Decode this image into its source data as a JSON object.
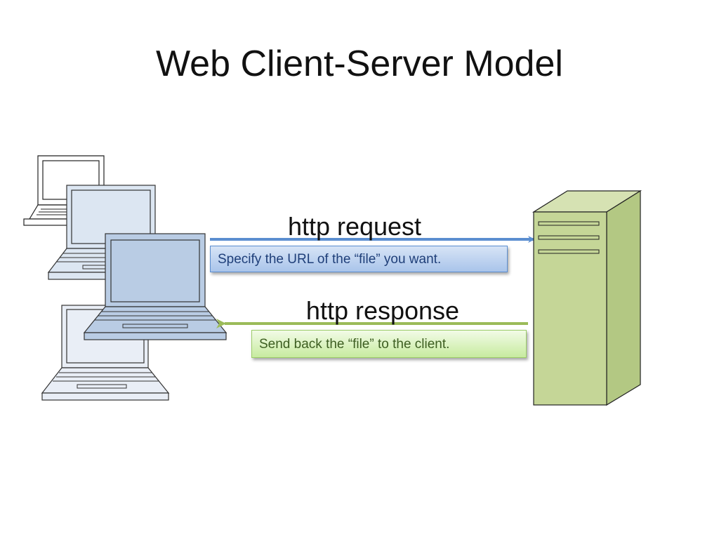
{
  "slide": {
    "title": "Web Client-Server Model"
  },
  "diagram": {
    "request": {
      "label": "http request",
      "note": "Specify the URL of the “file” you want.",
      "color": "#5b8ed0"
    },
    "response": {
      "label": "http response",
      "note": "Send back the “file” to the client.",
      "color": "#9bbb59"
    },
    "clients": {
      "icon": "laptop-icon",
      "count": 4
    },
    "server": {
      "icon": "server-tower-icon",
      "color": "#c5d697"
    }
  }
}
